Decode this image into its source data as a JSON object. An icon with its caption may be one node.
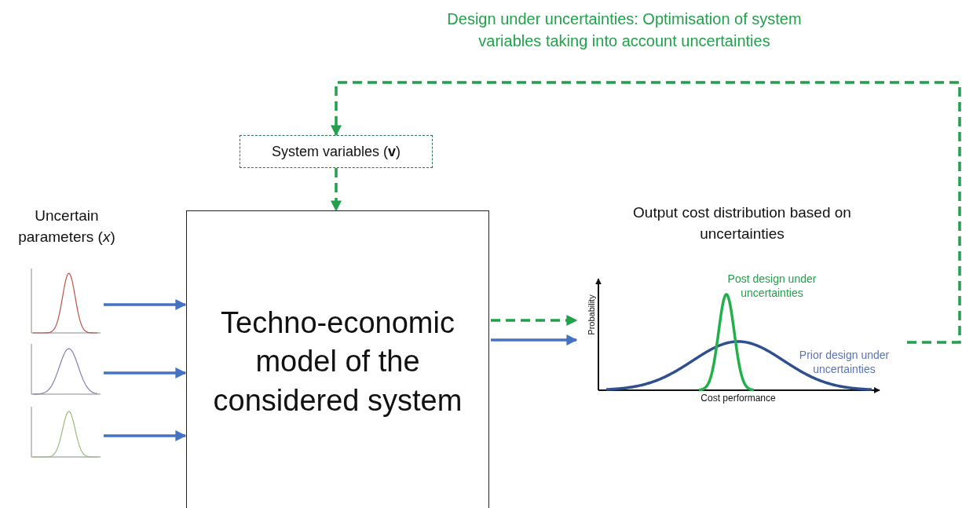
{
  "diagram": {
    "nodes": [
      {
        "text": [],
        "shape": "picture"
      },
      {
        "text": [],
        "shape": "picture"
      },
      {
        "text": [],
        "shape": "picture"
      },
      {
        "text": [
          "Techno-economic model of the considered system"
        ]
      },
      {
        "text": [
          "System variables (**v**)"
        ]
      },
      {
        "text": [
          "Output cost distribution based on uncertainties"
        ]
      }
    ],
    "edges": [
      {
        "from": 0,
        "to": 3,
        "arrow": "to"
      },
      {
        "from": 1,
        "to": 3,
        "arrow": "to"
      },
      {
        "from": 2,
        "to": 3,
        "arrow": "to"
      },
      {
        "from": 3,
        "to": 5,
        "arrow": "to",
        "style": "dashed",
        "color": "#22a04b"
      },
      {
        "from": 3,
        "to": 5,
        "arrow": "to"
      },
      {
        "from": 5,
        "to": 4,
        "arrow": "to",
        "style": "dashed",
        "color": "#22a04b",
        "label": "Design under uncertainties: Optimisation of system variables taking into account uncertainties"
      },
      {
        "from": 4,
        "to": 3,
        "arrow": "to",
        "style": "dashed",
        "color": "#22a04b"
      }
    ],
    "labels": [
      "Uncertain parameters (*x*)",
      "Probability",
      "Cost performance",
      "Post design under uncertainties",
      "Prior design under uncertainties"
    ]
  }
}
